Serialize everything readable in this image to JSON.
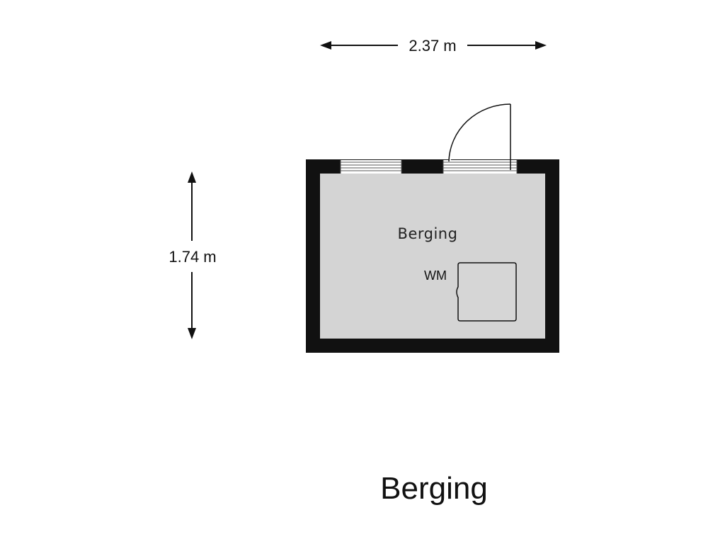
{
  "dimensions": {
    "width_label": "2.37 m",
    "height_label": "1.74 m"
  },
  "room": {
    "name": "Berging",
    "appliance_label": "WM"
  },
  "title": "Berging",
  "colors": {
    "wall": "#111111",
    "floor": "#d4d4d4",
    "appliance": "#d6d6d6",
    "lines": "#111111"
  }
}
